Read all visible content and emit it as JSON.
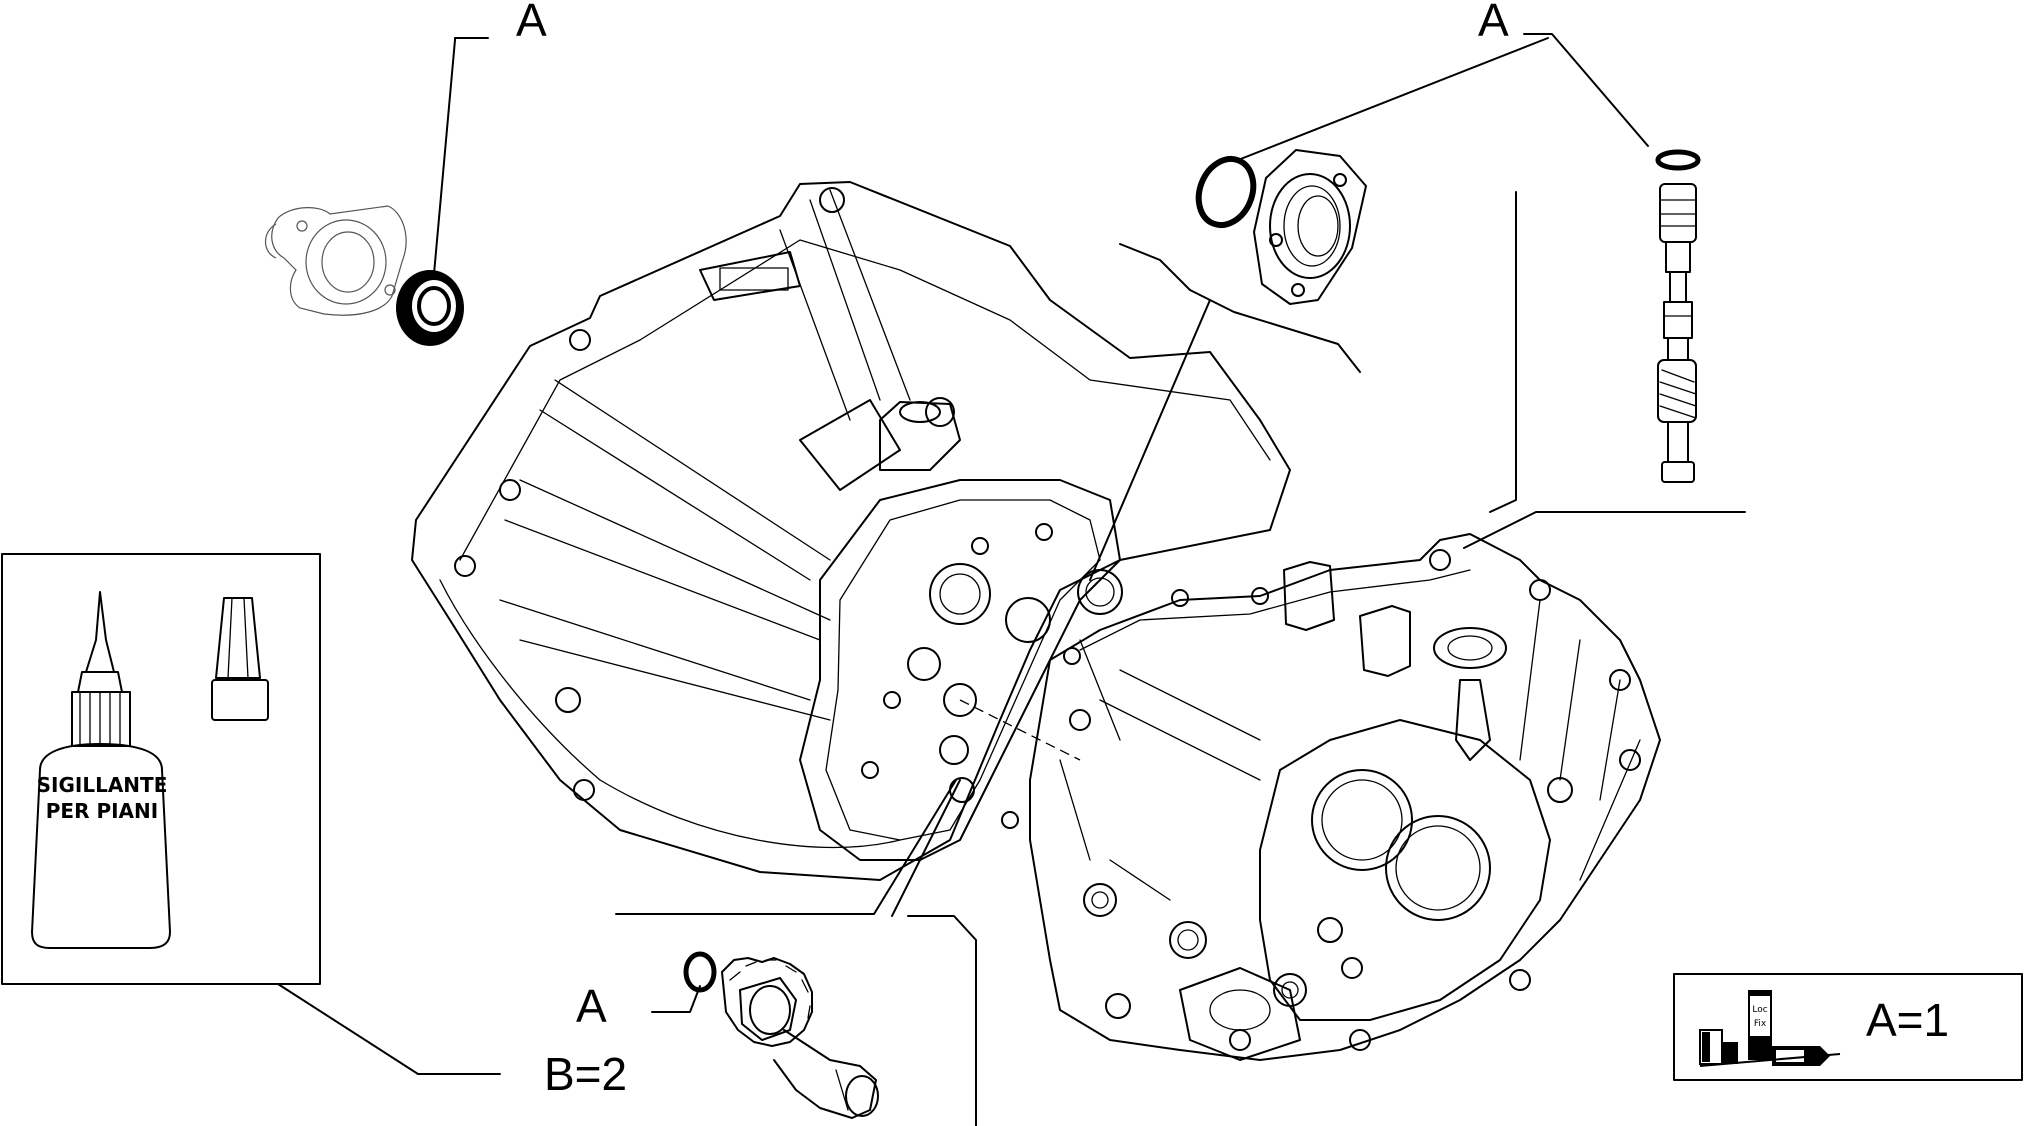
{
  "callouts": {
    "a_top_left": "A",
    "a_top_right": "A",
    "a_bottom": "A",
    "b_bottom": "B=2"
  },
  "sealant_bottle": {
    "label_line1": "SIGILLANTE",
    "label_line2": "PER PIANI"
  },
  "legend": {
    "text": "A=1",
    "tube_label_1": "Loc",
    "tube_label_2": "Fix"
  }
}
